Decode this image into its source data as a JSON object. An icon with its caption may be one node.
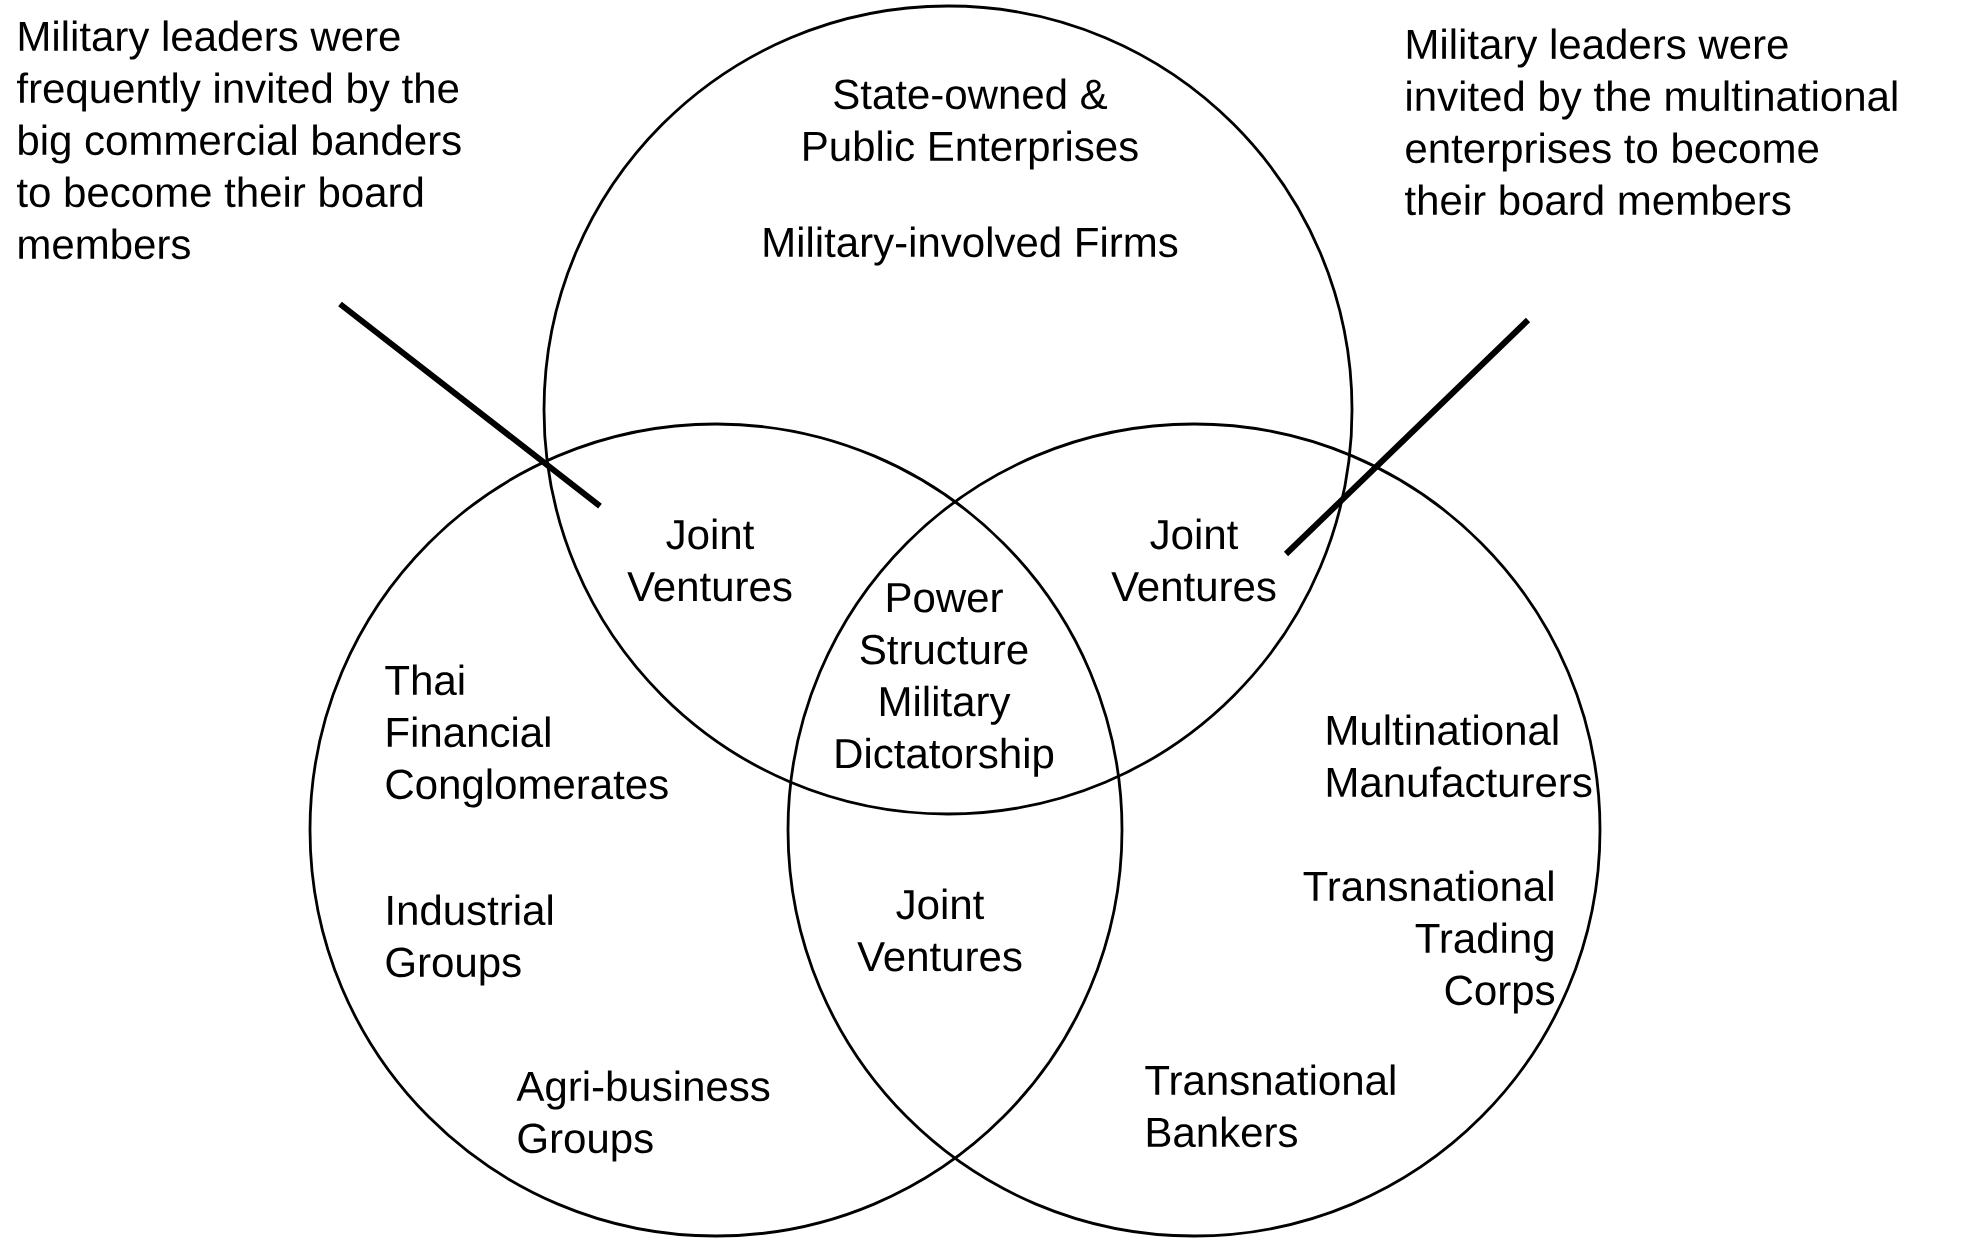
{
  "diagram": {
    "nodes": [
      {
        "text": [
          "State-owned & Public Enterprises",
          "Military-involved Firms"
        ]
      },
      {
        "text": [
          "Thai Financial Conglomerates",
          "Industrial Groups",
          "Agri-business Groups"
        ]
      },
      {
        "text": [
          "Multinational Manufacturers",
          "Transnational Trading Corps",
          "Transnational Bankers"
        ]
      },
      {
        "text": [
          "Military leaders were frequently invited by the big commercial banders to become their board members"
        ]
      },
      {
        "text": [
          "Military leaders were invited by the multinational enterprises to become their board members"
        ]
      }
    ],
    "edges": [
      {
        "from": 3,
        "to": 0,
        "arrow": "none"
      },
      {
        "from": 4,
        "to": 0,
        "arrow": "none"
      }
    ],
    "labels": [
      "Joint Ventures",
      "Joint Ventures",
      "Power Structure Military Dictatorship",
      "Joint Ventures"
    ]
  }
}
